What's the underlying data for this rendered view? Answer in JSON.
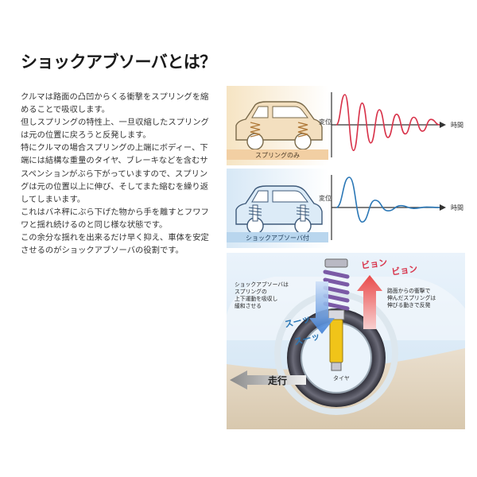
{
  "title": "ショックアブソーバとは？",
  "body_lines": [
    "クルマは路面の凸凹からくる衝撃をスプリングを縮",
    "めることで吸収します。",
    "但しスプリングの特性上、一旦収縮したスプリング",
    "は元の位置に戻ろうと反発します。",
    "特にクルマの場合スプリングの上端にボディー、下",
    "端には結構な重量のタイヤ、ブレーキなどを含むサ",
    "スペンションがぶら下がっていますので、スプリン",
    "グは元の位置以上に伸び、そしてまた縮むを繰り返",
    "してしまいます。",
    "これはバネ秤にぶら下げた物から手を離すとフワフ",
    "ワと揺れ続けるのと同じ様な状態です。",
    "この余分な揺れを出来るだけ早く抑え、車体を安定",
    "させるのがショックアブソーバの役割です。"
  ],
  "chart_data": [
    {
      "type": "line",
      "caption": "スプリングのみ",
      "ylabel": "変位",
      "xlabel": "時間",
      "color": "#d8334a",
      "series": [
        {
          "values": [
            0,
            1.0,
            -0.85,
            0.72,
            -0.6,
            0.5,
            -0.42,
            0.35,
            -0.3,
            0.25,
            -0.21,
            0.18,
            0
          ]
        }
      ]
    },
    {
      "type": "line",
      "caption": "ショックアブソーバ付",
      "ylabel": "変位",
      "xlabel": "時間",
      "color": "#2a77b6",
      "series": [
        {
          "values": [
            0,
            1.0,
            -0.48,
            0.24,
            -0.11,
            0.06,
            -0.03,
            0.015,
            0
          ]
        }
      ]
    }
  ],
  "illustration": {
    "callout_left": [
      "ショックアブソーバは",
      "スプリングの",
      "上下運動を吸収し",
      "緩和させる"
    ],
    "callout_right": [
      "路面からの衝撃で",
      "伸んだスプリングは",
      "伸びる動きで反発"
    ],
    "sound_top_1": "ビョン",
    "sound_top_2": "ビョン",
    "sound_side_1": "スーッ",
    "sound_side_2": "スーッ",
    "arrow_label": "走行",
    "tire_label": "タイヤ"
  },
  "colors": {
    "spring_only": "#d8334a",
    "with_shock": "#2a77b6",
    "car_beige": "#f3dfbf",
    "car_blue": "#dcebf7",
    "spring_purple": "#7b5aa6",
    "shock_yellow": "#f0c419",
    "up_arrow": "#e94a4a",
    "down_arrow": "#3e7fd6"
  }
}
